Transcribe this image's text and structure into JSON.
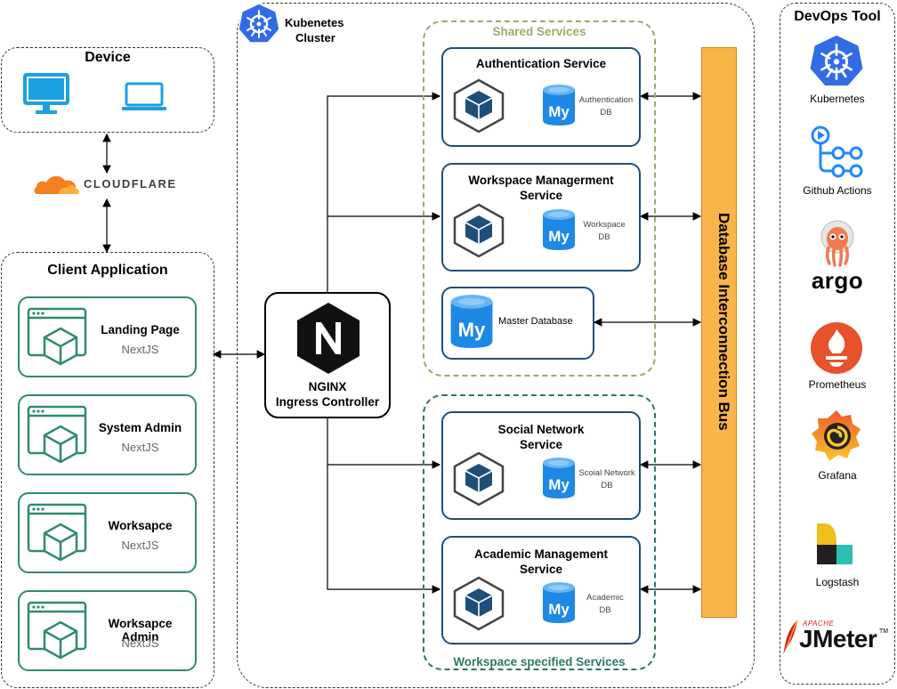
{
  "device": {
    "title": "Device"
  },
  "cloudflare": {
    "label": "CLOUDFLARE"
  },
  "client_app": {
    "title": "Client Application",
    "items": [
      {
        "name": "Landing Page",
        "tech": "NextJS"
      },
      {
        "name": "System Admin",
        "tech": "NextJS"
      },
      {
        "name": "Worksapce",
        "tech": "NextJS"
      },
      {
        "name": "Worksapce Admin",
        "tech": "NextJS"
      }
    ]
  },
  "cluster": {
    "title_line1": "Kubenetes",
    "title_line2": "Cluster"
  },
  "nginx": {
    "line1": "NGINX",
    "line2": "Ingress Controller"
  },
  "shared": {
    "title": "Shared Services",
    "services": [
      {
        "title": "Authentication Service",
        "db_line1": "Authentication",
        "db_line2": "DB"
      },
      {
        "title_line1": "Workspace Managerment",
        "title_line2": "Service",
        "db_line1": "Workspace",
        "db_line2": "DB"
      }
    ],
    "master_db": "Master Database"
  },
  "workspace": {
    "title": "Workspace specified Services",
    "services": [
      {
        "title_line1": "Social Network",
        "title_line2": "Service",
        "db_line1": "Scoial Network",
        "db_line2": "DB"
      },
      {
        "title_line1": "Academic Management",
        "title_line2": "Service",
        "db_line1": "Academic",
        "db_line2": "DB"
      }
    ]
  },
  "bus": {
    "label": "Database Interconnection Bus",
    "color": "#f9b44a"
  },
  "devops": {
    "title": "DevOps Tool",
    "tools": [
      "Kubernetes",
      "Github Actions",
      "argo",
      "Prometheus",
      "Grafana",
      "Logstash"
    ],
    "jmeter": {
      "apache": "APACHE",
      "name": "JMeter",
      "tm": "TM"
    }
  },
  "colors": {
    "k8s_blue": "#326ce5",
    "device_blue": "#1ba1e2",
    "service_border": "#1f4e79",
    "client_border": "#2e8b6e",
    "mysql_blue": "#1e88e5",
    "cloudflare_orange": "#f38020"
  }
}
